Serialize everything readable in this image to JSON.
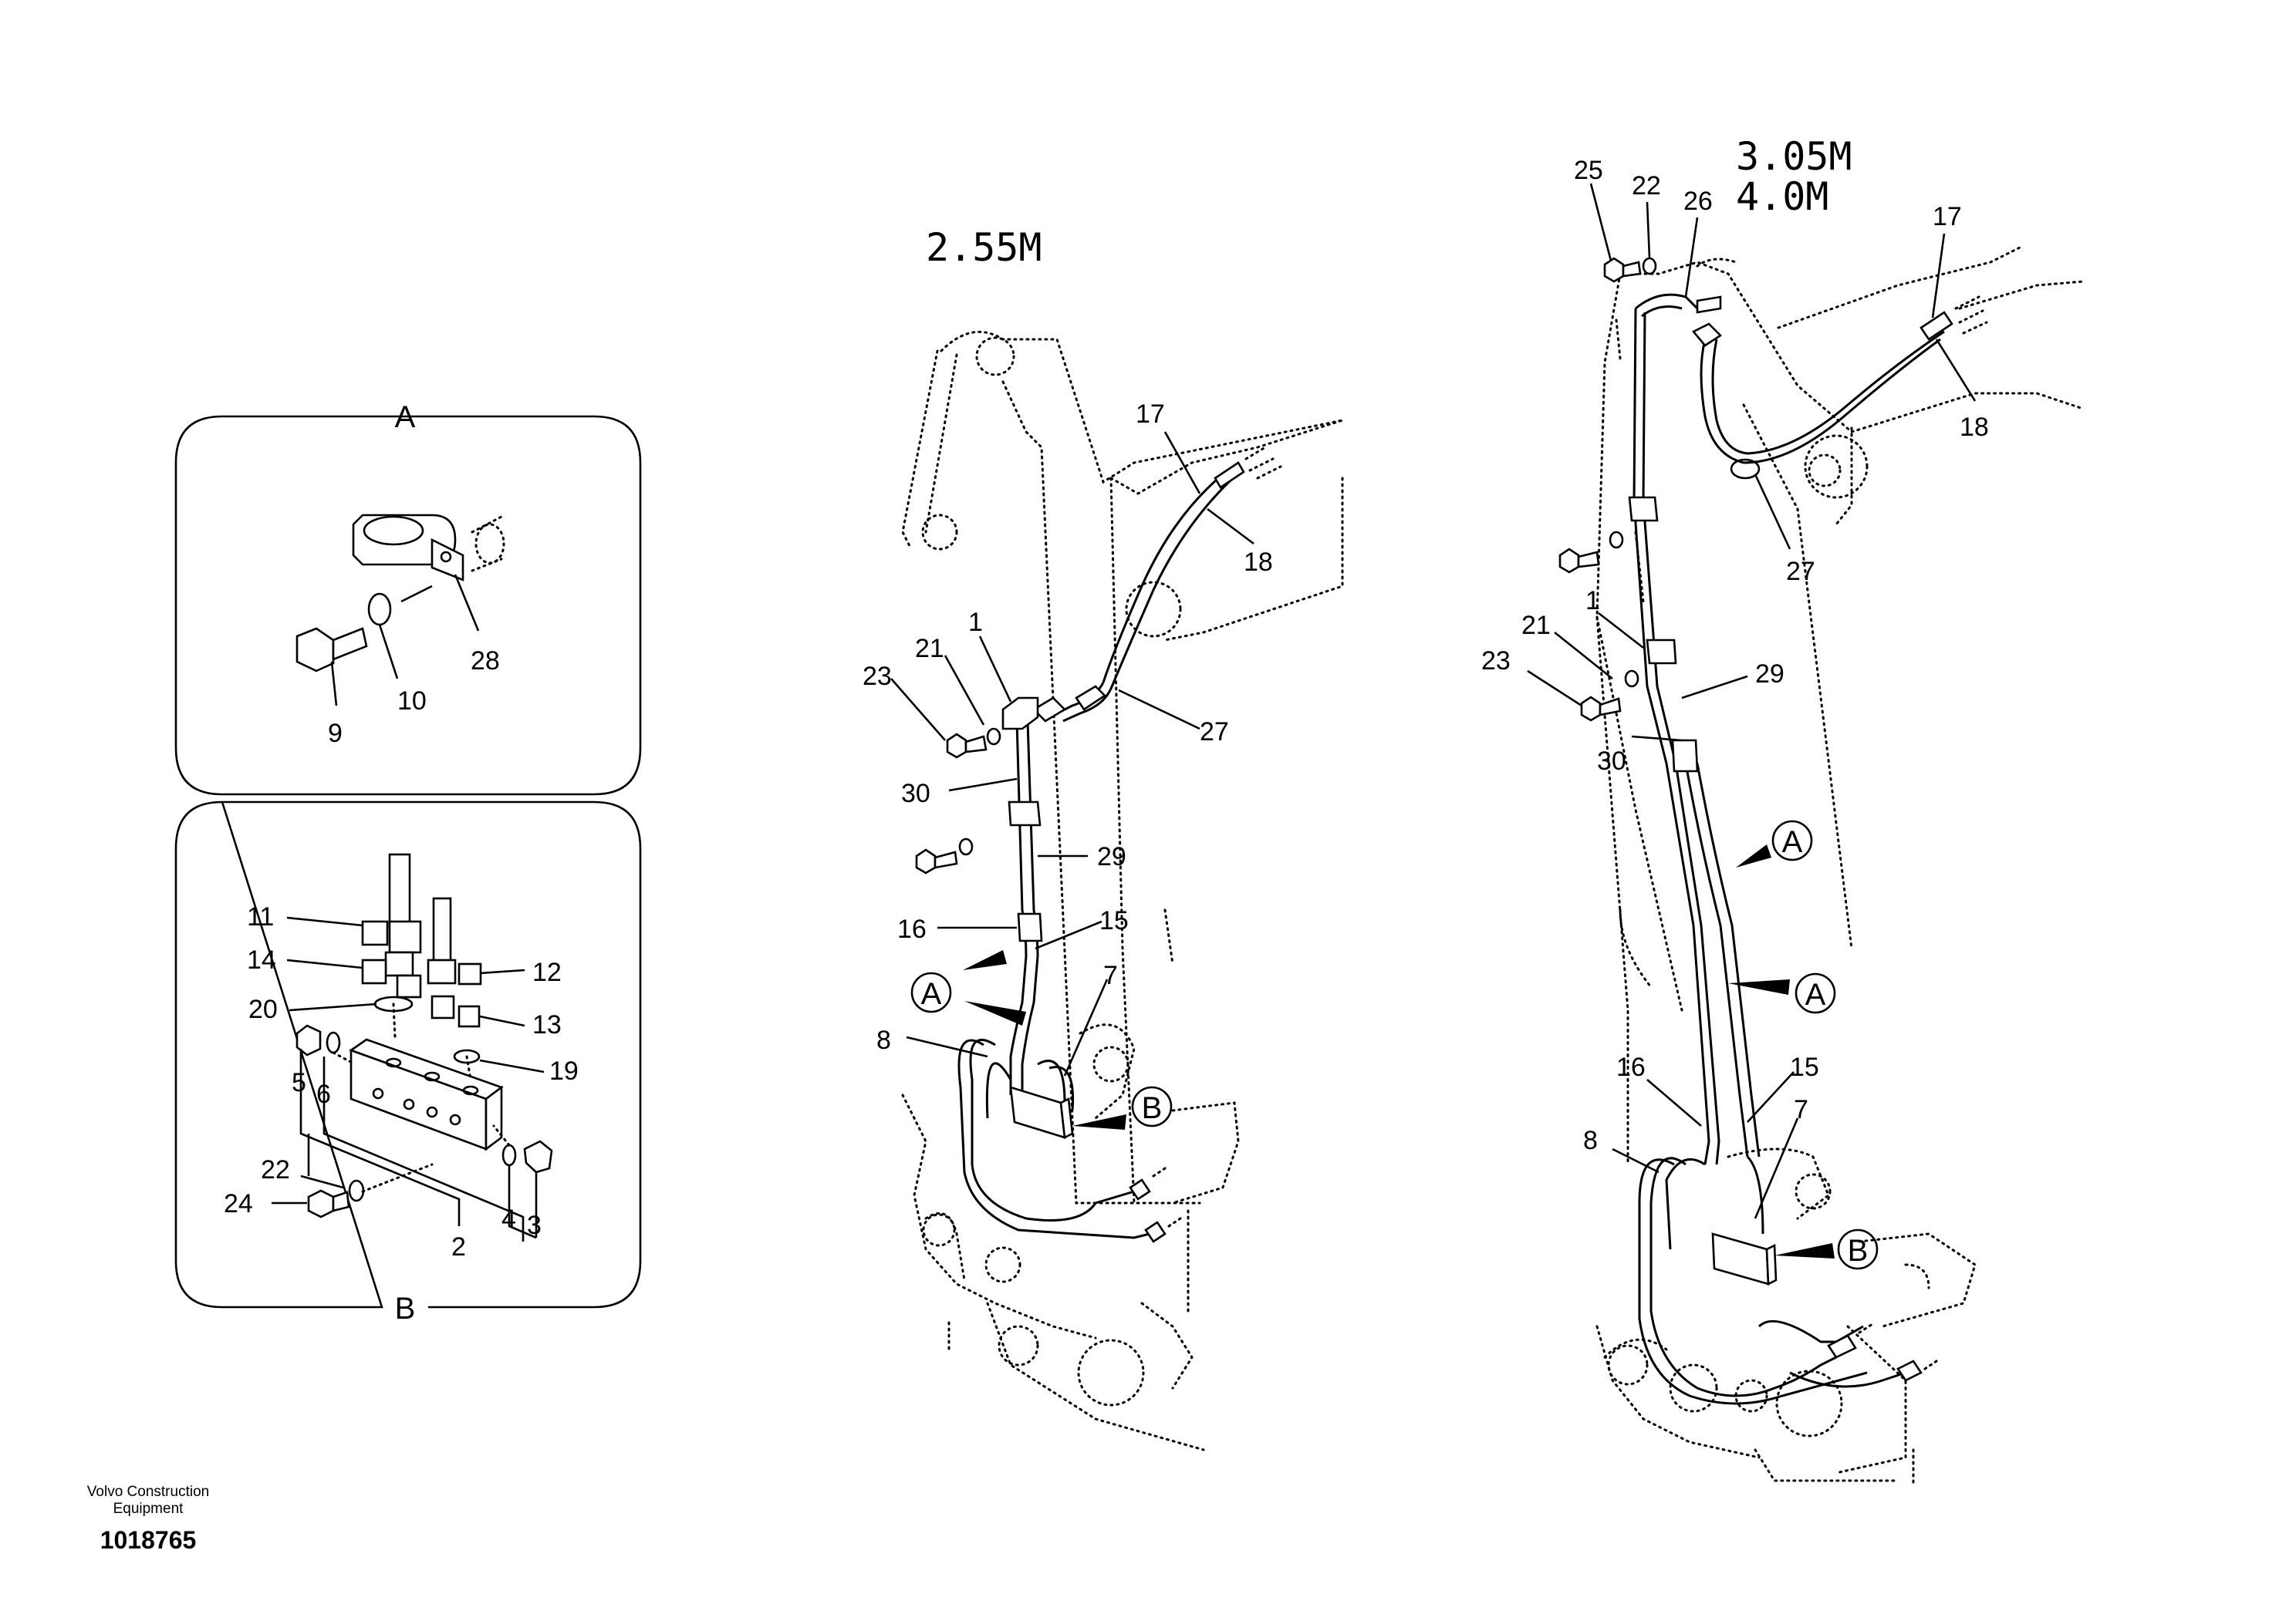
{
  "diagram": {
    "variant_left_title": "2.55M",
    "variant_right_title_1": "3.05M",
    "variant_right_title_2": "4.0M",
    "panel_a_letter": "A",
    "panel_b_letter": "B",
    "callout_a": "A",
    "callout_b": "B",
    "footer": {
      "brand_line_1": "Volvo Construction",
      "brand_line_2": "Equipment",
      "doc_number": "1018765"
    },
    "panel_a_labels": {
      "p28": "28",
      "p10": "10",
      "p9": "9"
    },
    "panel_b_labels": {
      "p11": "11",
      "p14": "14",
      "p20": "20",
      "p12": "12",
      "p13": "13",
      "p19": "19",
      "p5": "5",
      "p6": "6",
      "p22": "22",
      "p24": "24",
      "p2": "2",
      "p4": "4",
      "p3": "3"
    },
    "left_labels": {
      "p17": "17",
      "p18": "18",
      "p23": "23",
      "p21": "21",
      "p1": "1",
      "p27": "27",
      "p30": "30",
      "p29": "29",
      "p16": "16",
      "p15": "15",
      "p7": "7",
      "p8": "8"
    },
    "right_labels": {
      "p25": "25",
      "p22": "22",
      "p26": "26",
      "p17": "17",
      "p18": "18",
      "p27": "27",
      "p1": "1",
      "p21": "21",
      "p23": "23",
      "p29": "29",
      "p30": "30",
      "p16": "16",
      "p15": "15",
      "p7": "7",
      "p8": "8"
    }
  }
}
